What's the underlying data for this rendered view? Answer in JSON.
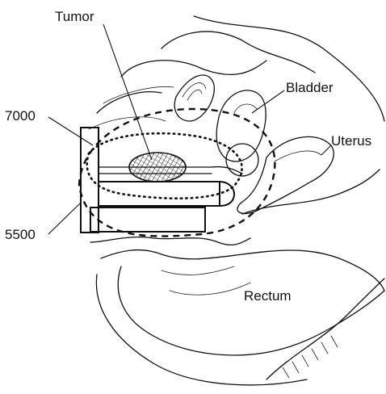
{
  "labels": {
    "tumor": "Tumor",
    "bladder": "Bladder",
    "uterus": "Uterus",
    "rectum": "Rectum",
    "isodose_7000": "7000",
    "isodose_5500": "5500"
  }
}
